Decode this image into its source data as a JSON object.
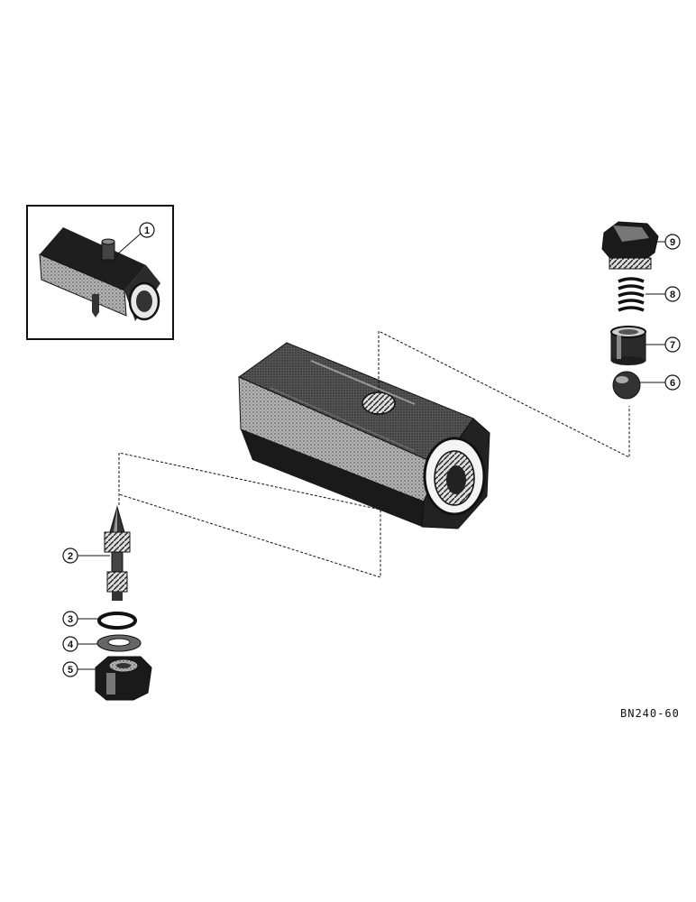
{
  "figure_code": "BN240-60",
  "callouts": [
    {
      "id": "1",
      "label": "1"
    },
    {
      "id": "2",
      "label": "2"
    },
    {
      "id": "3",
      "label": "3"
    },
    {
      "id": "4",
      "label": "4"
    },
    {
      "id": "5",
      "label": "5"
    },
    {
      "id": "6",
      "label": "6"
    },
    {
      "id": "7",
      "label": "7"
    },
    {
      "id": "8",
      "label": "8"
    },
    {
      "id": "9",
      "label": "9"
    }
  ],
  "colors": {
    "ink": "#111111",
    "metal": "#1e1e1e",
    "highlight": "#9a9a9a",
    "paper": "#ffffff"
  }
}
